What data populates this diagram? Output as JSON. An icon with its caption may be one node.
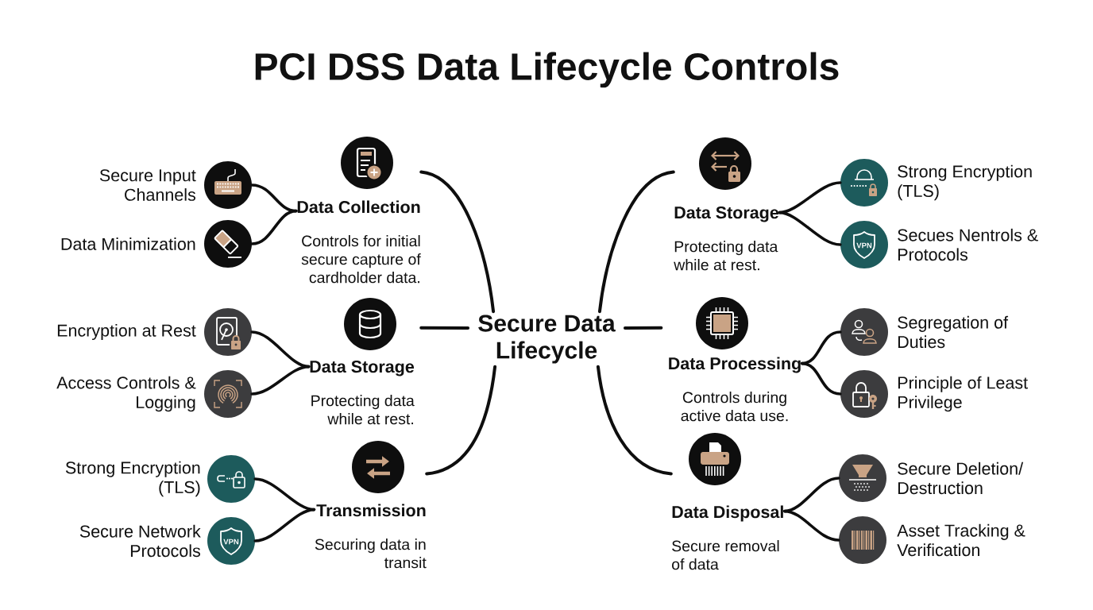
{
  "diagram": {
    "title": "PCI DSS Data Lifecycle Controls",
    "nodes": [
      {
        "text": [
          "Secure Data Lifecycle"
        ]
      },
      {
        "text": [
          "Data Collection",
          "Controls for initial secure capture of cardholder data."
        ]
      },
      {
        "text": [],
        "shape": "circle",
        "beside": [
          "Secure Input Channels"
        ]
      },
      {
        "text": [],
        "shape": "circle",
        "beside": [
          "Data Minimization"
        ]
      },
      {
        "text": [
          "Data Storage",
          "Protecting data while at rest."
        ]
      },
      {
        "text": [],
        "shape": "circle",
        "beside": [
          "Encryption at Rest"
        ]
      },
      {
        "text": [],
        "shape": "circle",
        "beside": [
          "Access Controls & Logging"
        ]
      },
      {
        "text": [
          "Transmission",
          "Securing data in transit"
        ]
      },
      {
        "text": [],
        "shape": "circle",
        "beside": [
          "Strong Encryption (TLS)"
        ]
      },
      {
        "text": [],
        "shape": "circle",
        "beside": [
          "Secure Network Protocols"
        ]
      },
      {
        "text": [
          "Data Storage",
          "Protecting data while at rest."
        ]
      },
      {
        "text": [],
        "shape": "circle",
        "beside": [
          "Strong Encryption (TLS)"
        ]
      },
      {
        "text": [],
        "shape": "circle",
        "beside": [
          "Secues Nentrols & Protocols"
        ]
      },
      {
        "text": [
          "Data Processing",
          "Controls during active data use."
        ]
      },
      {
        "text": [],
        "shape": "circle",
        "beside": [
          "Segregation of Duties"
        ]
      },
      {
        "text": [],
        "shape": "circle",
        "beside": [
          "Principle of Least Privilege"
        ]
      },
      {
        "text": [
          "Data Disposal",
          "Secure removal of data"
        ]
      },
      {
        "text": [],
        "shape": "circle",
        "beside": [
          "Secure Deletion/ Destruction"
        ]
      },
      {
        "text": [],
        "shape": "circle",
        "beside": [
          "Asset Tracking & Verification"
        ]
      }
    ],
    "edges": [
      {
        "from": 0,
        "to": 1,
        "arrow": "none"
      },
      {
        "from": 1,
        "to": 2,
        "arrow": "none"
      },
      {
        "from": 1,
        "to": 3,
        "arrow": "none"
      },
      {
        "from": 0,
        "to": 4,
        "arrow": "none"
      },
      {
        "from": 4,
        "to": 5,
        "arrow": "none"
      },
      {
        "from": 4,
        "to": 6,
        "arrow": "none"
      },
      {
        "from": 0,
        "to": 7,
        "arrow": "none"
      },
      {
        "from": 7,
        "to": 8,
        "arrow": "none"
      },
      {
        "from": 7,
        "to": 9,
        "arrow": "none"
      },
      {
        "from": 0,
        "to": 10,
        "arrow": "none"
      },
      {
        "from": 10,
        "to": 11,
        "arrow": "none"
      },
      {
        "from": 10,
        "to": 12,
        "arrow": "none"
      },
      {
        "from": 0,
        "to": 13,
        "arrow": "none"
      },
      {
        "from": 13,
        "to": 14,
        "arrow": "none"
      },
      {
        "from": 13,
        "to": 15,
        "arrow": "none"
      },
      {
        "from": 0,
        "to": 16,
        "arrow": "none"
      },
      {
        "from": 16,
        "to": 17,
        "arrow": "none"
      },
      {
        "from": 16,
        "to": 18,
        "arrow": "none"
      }
    ],
    "labels": [
      "VPN",
      "VPN"
    ]
  }
}
